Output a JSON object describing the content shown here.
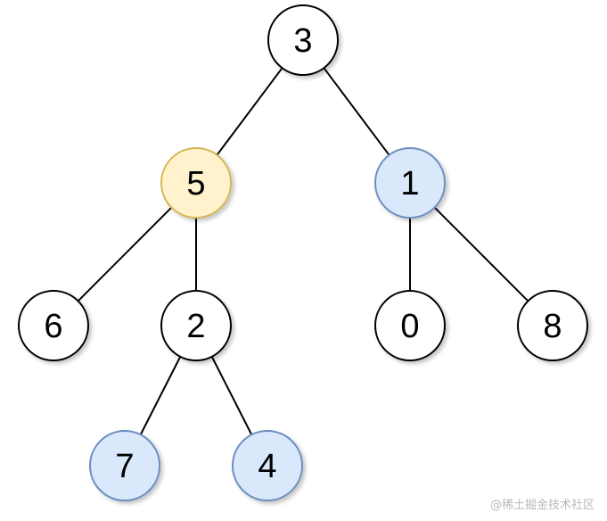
{
  "tree": {
    "nodes": [
      {
        "id": "n3",
        "label": "3",
        "fill": "#ffffff",
        "stroke": "#000000"
      },
      {
        "id": "n5",
        "label": "5",
        "fill": "#fff2cc",
        "stroke": "#d6b656"
      },
      {
        "id": "n1",
        "label": "1",
        "fill": "#dae8fc",
        "stroke": "#6c8ebf"
      },
      {
        "id": "n6",
        "label": "6",
        "fill": "#ffffff",
        "stroke": "#000000"
      },
      {
        "id": "n2",
        "label": "2",
        "fill": "#ffffff",
        "stroke": "#000000"
      },
      {
        "id": "n0",
        "label": "0",
        "fill": "#ffffff",
        "stroke": "#000000"
      },
      {
        "id": "n8",
        "label": "8",
        "fill": "#ffffff",
        "stroke": "#000000"
      },
      {
        "id": "n7",
        "label": "7",
        "fill": "#dae8fc",
        "stroke": "#6c8ebf"
      },
      {
        "id": "n4",
        "label": "4",
        "fill": "#dae8fc",
        "stroke": "#6c8ebf"
      }
    ],
    "edges": [
      {
        "from": "n3",
        "to": "n5"
      },
      {
        "from": "n3",
        "to": "n1"
      },
      {
        "from": "n5",
        "to": "n6"
      },
      {
        "from": "n5",
        "to": "n2"
      },
      {
        "from": "n1",
        "to": "n0"
      },
      {
        "from": "n1",
        "to": "n8"
      },
      {
        "from": "n2",
        "to": "n7"
      },
      {
        "from": "n2",
        "to": "n4"
      }
    ]
  },
  "watermark": "@稀土掘金技术社区"
}
